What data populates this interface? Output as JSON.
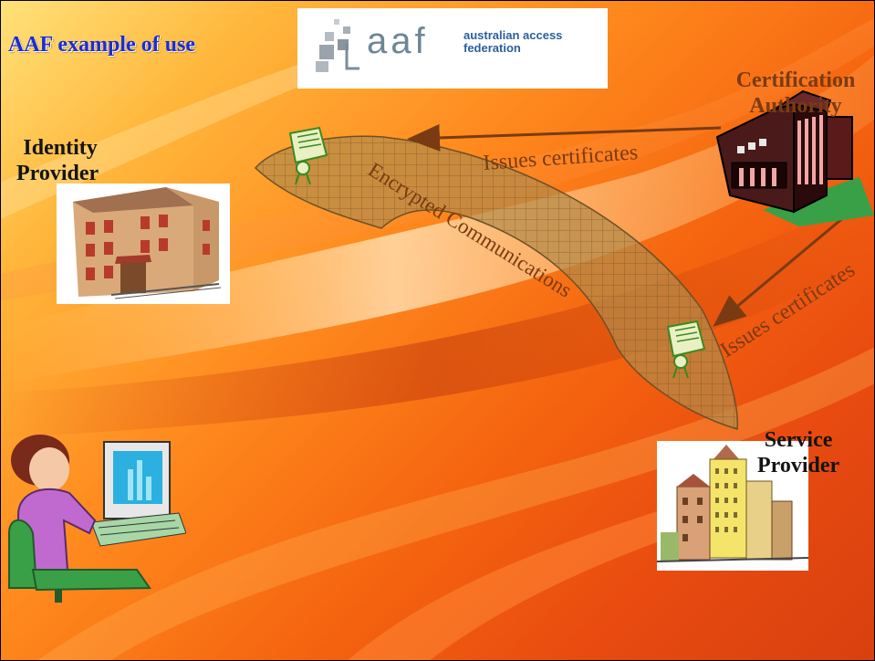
{
  "slide": {
    "title": "AAF example of use",
    "logo": {
      "letters": "aaf",
      "name_line1": "australian access",
      "name_line2": "federation"
    }
  },
  "diagram": {
    "identity_provider": {
      "line1": "Identity",
      "line2": "Provider"
    },
    "certification_authority": {
      "line1": "Certification",
      "line2": "Authority"
    },
    "service_provider": {
      "line1": "Service",
      "line2": "Provider"
    },
    "issues_idp": "Issues certificates",
    "issues_sp": "Issues certificates",
    "channel": "Encrypted Communications"
  },
  "colors": {
    "title": "#1c2cd4",
    "ca_label": "#7a3b12",
    "arrow": "#7a3b12",
    "channel_fill": "#b28b4a",
    "certificate": "#3b8a1f"
  },
  "icons": [
    "aaf-logo-icon",
    "university-building-icon",
    "bank-building-icon",
    "city-buildings-icon",
    "certificate-icon",
    "user-at-computer-icon"
  ]
}
